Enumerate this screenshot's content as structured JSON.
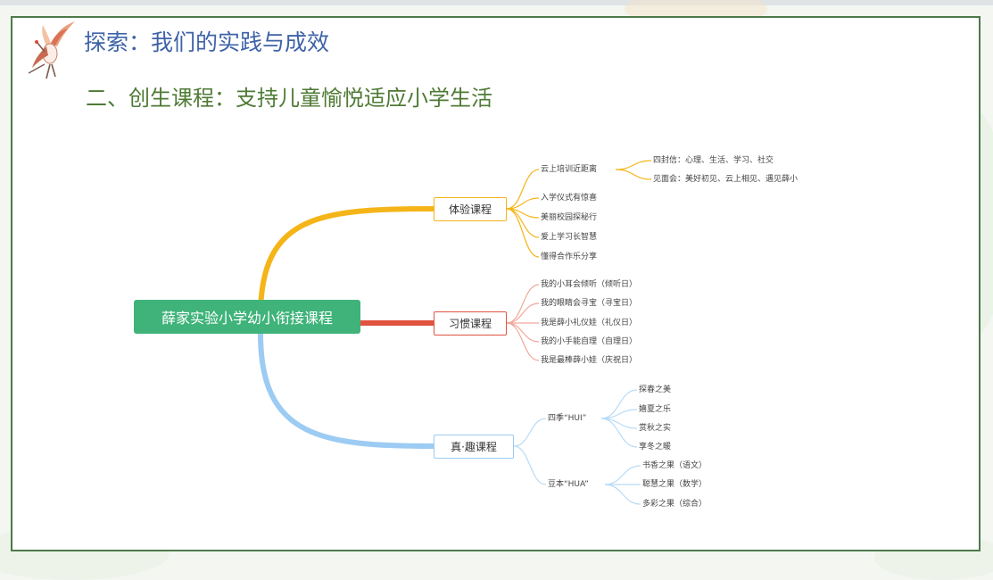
{
  "header": {
    "title": "探索：我们的实践与成效",
    "subtitle": "二、创生课程：支持儿童愉悦适应小学生活"
  },
  "mindmap": {
    "center": "薛家实验小学幼小衔接课程",
    "branches": [
      {
        "label": "体验课程",
        "color": "#f5b518",
        "items": [
          {
            "label": "云上培训近距离",
            "children": [
              "四封信：心理、生活、学习、社交",
              "见面会：美好初见、云上相见、遇见薛小"
            ]
          },
          {
            "label": "入学仪式有惊喜"
          },
          {
            "label": "美丽校园探秘行"
          },
          {
            "label": "爱上学习长智慧"
          },
          {
            "label": "懂得合作乐分享"
          }
        ]
      },
      {
        "label": "习惯课程",
        "color": "#e0533f",
        "items": [
          {
            "label": "我的小耳会倾听（倾听日）"
          },
          {
            "label": "我的眼睛会寻宝（寻宝日）"
          },
          {
            "label": "我是薛小礼仪娃（礼仪日）"
          },
          {
            "label": "我的小手能自理（自理日）"
          },
          {
            "label": "我是最棒薛小娃（庆祝日）"
          }
        ]
      },
      {
        "label": "真·趣课程",
        "color": "#9ccbf3",
        "items": [
          {
            "label": "四季“HUI”",
            "children": [
              "探春之美",
              "嬉夏之乐",
              "赏秋之实",
              "享冬之暖"
            ]
          },
          {
            "label": "豆本“HUA”",
            "children": [
              "书香之果（语文）",
              "聪慧之果（数学）",
              "多彩之果（综合）"
            ]
          }
        ]
      }
    ]
  }
}
